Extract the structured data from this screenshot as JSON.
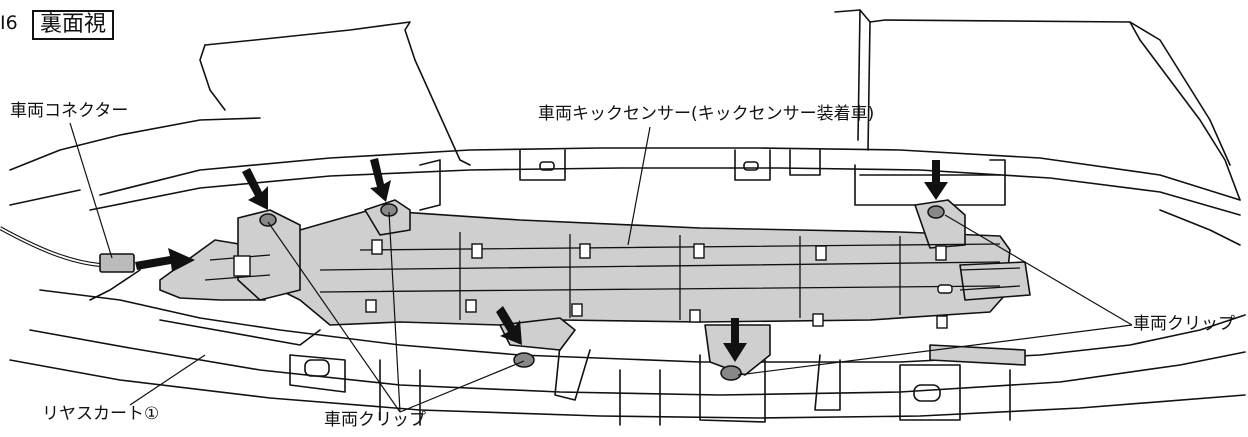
{
  "figure": {
    "number": "I6",
    "title": "裏面視"
  },
  "labels": {
    "vehicle_connector": "車両コネクター",
    "kick_sensor": "車両キックセンサー(キックセンサー装着車)",
    "clip_right": "車両クリップ",
    "clip_bottom": "車両クリップ",
    "rear_skirt": "リヤスカート①"
  },
  "colors": {
    "sensor_fill": "#cfcfcf",
    "line": "#111111",
    "fill": "#ffffff"
  }
}
